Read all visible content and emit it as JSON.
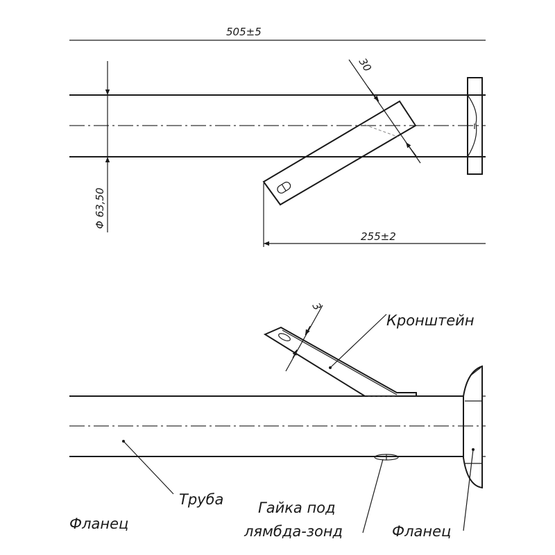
{
  "top_view": {
    "overall_length": "505±5",
    "diameter": "Φ 63,50",
    "bracket_width": "30",
    "bracket_position": "255±2"
  },
  "side_view": {
    "bracket_thickness": "3",
    "labels": {
      "bracket": "Кронштейн",
      "pipe": "Труба",
      "nut_line1": "Гайка под",
      "nut_line2": "лямбда-зонд",
      "flange_left": "Фланец",
      "flange_right": "Фланец"
    }
  }
}
